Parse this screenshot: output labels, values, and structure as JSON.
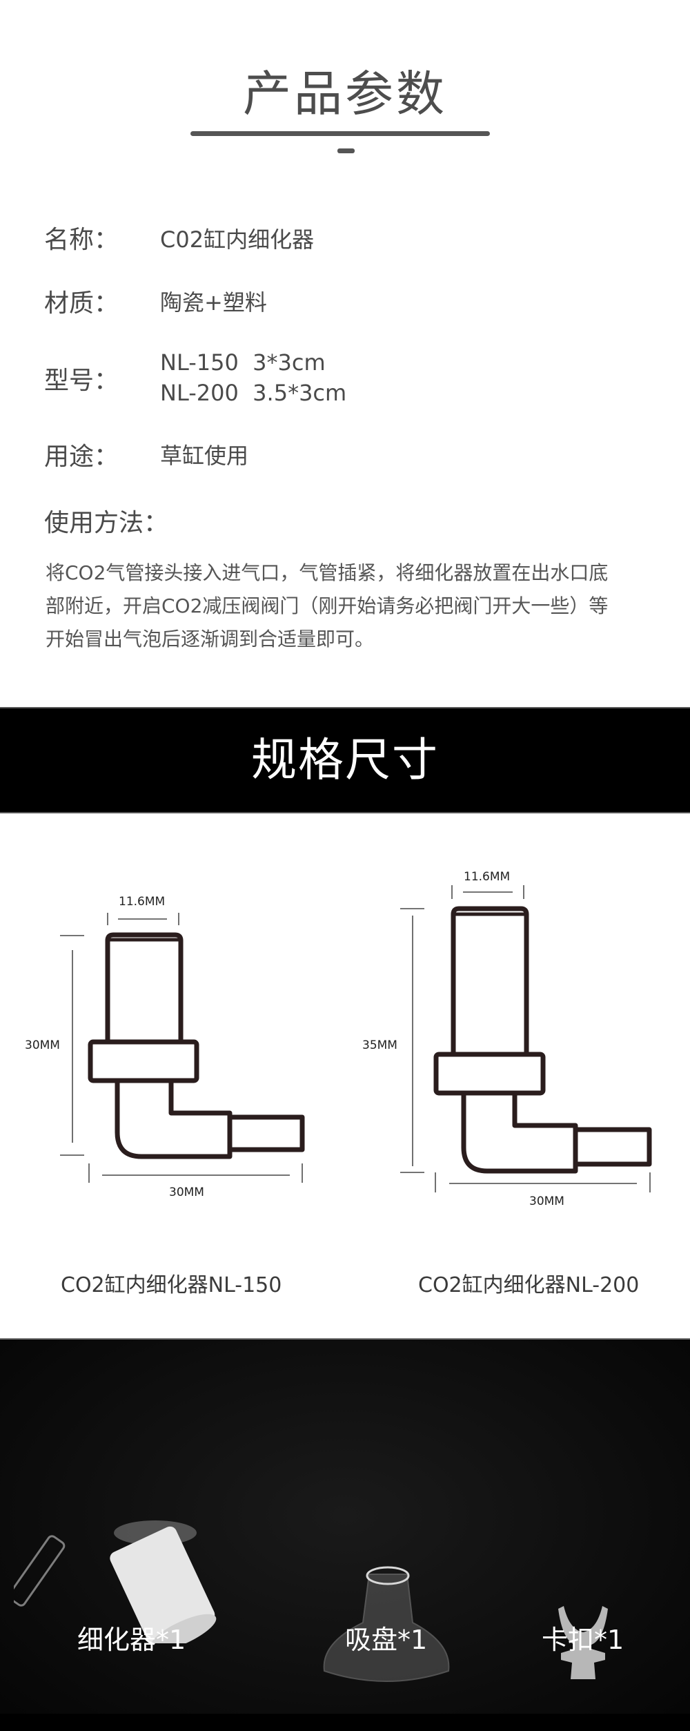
{
  "header": {
    "title": "产品参数"
  },
  "params": [
    {
      "label": "名称：",
      "value": "C02缸内细化器"
    },
    {
      "label": "材质：",
      "value": "陶瓷+塑料"
    },
    {
      "label": "型号：",
      "values": [
        "NL-150  3*3cm",
        "NL-200  3.5*3cm"
      ]
    },
    {
      "label": "用途：",
      "value": "草缸使用"
    }
  ],
  "usage": {
    "heading": "使用方法：",
    "lines": [
      "将CO2气管接头接入进气口，气管插紧，将细化器放置在出水口底",
      "部附近，开启CO2减压阀阀门（刚开始请务必把阀门开大一些）等",
      "开始冒出气泡后逐渐调到合适量即可。"
    ]
  },
  "spec_banner": {
    "title": "规格尺寸"
  },
  "diagrams": [
    {
      "width_label": "11.6MM",
      "height_label": "30MM",
      "length_label": "30MM",
      "caption": "CO2缸内细化器NL-150"
    },
    {
      "width_label": "11.6MM",
      "height_label": "35MM",
      "length_label": "30MM",
      "caption": "CO2缸内细化器NL-200"
    }
  ],
  "package": {
    "items": [
      {
        "label": "细化器*1",
        "icon": "diffuser-icon"
      },
      {
        "label": "吸盘*1",
        "icon": "suction-cup-icon"
      },
      {
        "label": "卡扣*1",
        "icon": "clip-icon"
      }
    ]
  },
  "colors": {
    "text": "#4a4a4a",
    "banner_bg": "#000000",
    "banner_text": "#ffffff",
    "diagram_stroke": "#2a1d1d"
  }
}
